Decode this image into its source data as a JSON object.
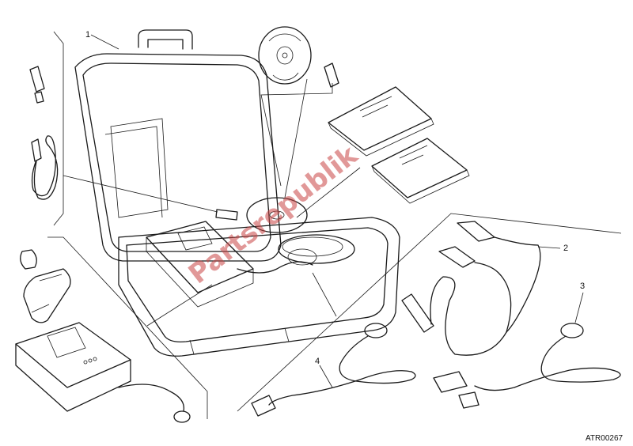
{
  "callouts": {
    "c1": "1",
    "c2": "2",
    "c3": "3",
    "c4": "4"
  },
  "drawing_ref": "ATR00267",
  "watermark": "Partsrepublik"
}
